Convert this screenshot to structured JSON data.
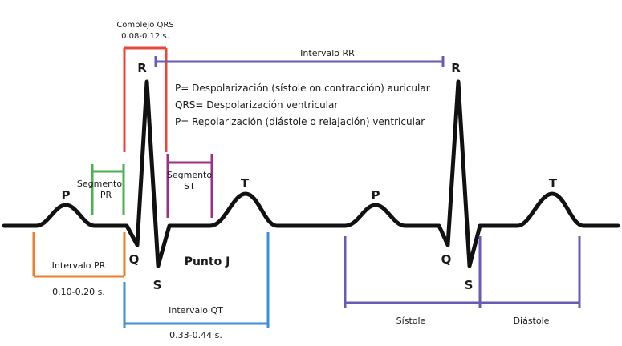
{
  "waves": {
    "p1": "P",
    "q1": "Q",
    "r1": "R",
    "s1": "S",
    "t1": "T",
    "p2": "P",
    "q2": "Q",
    "r2": "R",
    "s2": "S",
    "t2": "T"
  },
  "complejo_qrs": {
    "title": "Complejo QRS",
    "range": "0.08-0.12 s."
  },
  "intervalo_rr": "Intervalo RR",
  "legend": [
    "P= Despolarización (sístole on contracción) auricular",
    "QRS= Despolarización ventricular",
    "P= Repolarización (diástole o relajación) ventricular"
  ],
  "segmento_pr": {
    "line1": "Segmento",
    "line2": "PR"
  },
  "segmento_st": {
    "line1": "Segmento",
    "line2": "ST"
  },
  "intervalo_pr": {
    "title": "Intervalo PR",
    "range": "0.10-0.20 s."
  },
  "punto_j": "Punto J",
  "intervalo_qt": {
    "title": "Intervalo QT",
    "range": "0.33-0.44 s."
  },
  "sistole": "Sístole",
  "diastole": "Diástole",
  "colors": {
    "trace": "#111111",
    "qrs": "#e8453c",
    "rr": "#6a5ab5",
    "segmento_pr": "#4caf50",
    "segmento_st": "#9c2f8a",
    "intervalo_pr": "#ee7d2b",
    "intervalo_qt": "#3d8fd6",
    "sistole_diastole": "#6a5ab5"
  }
}
